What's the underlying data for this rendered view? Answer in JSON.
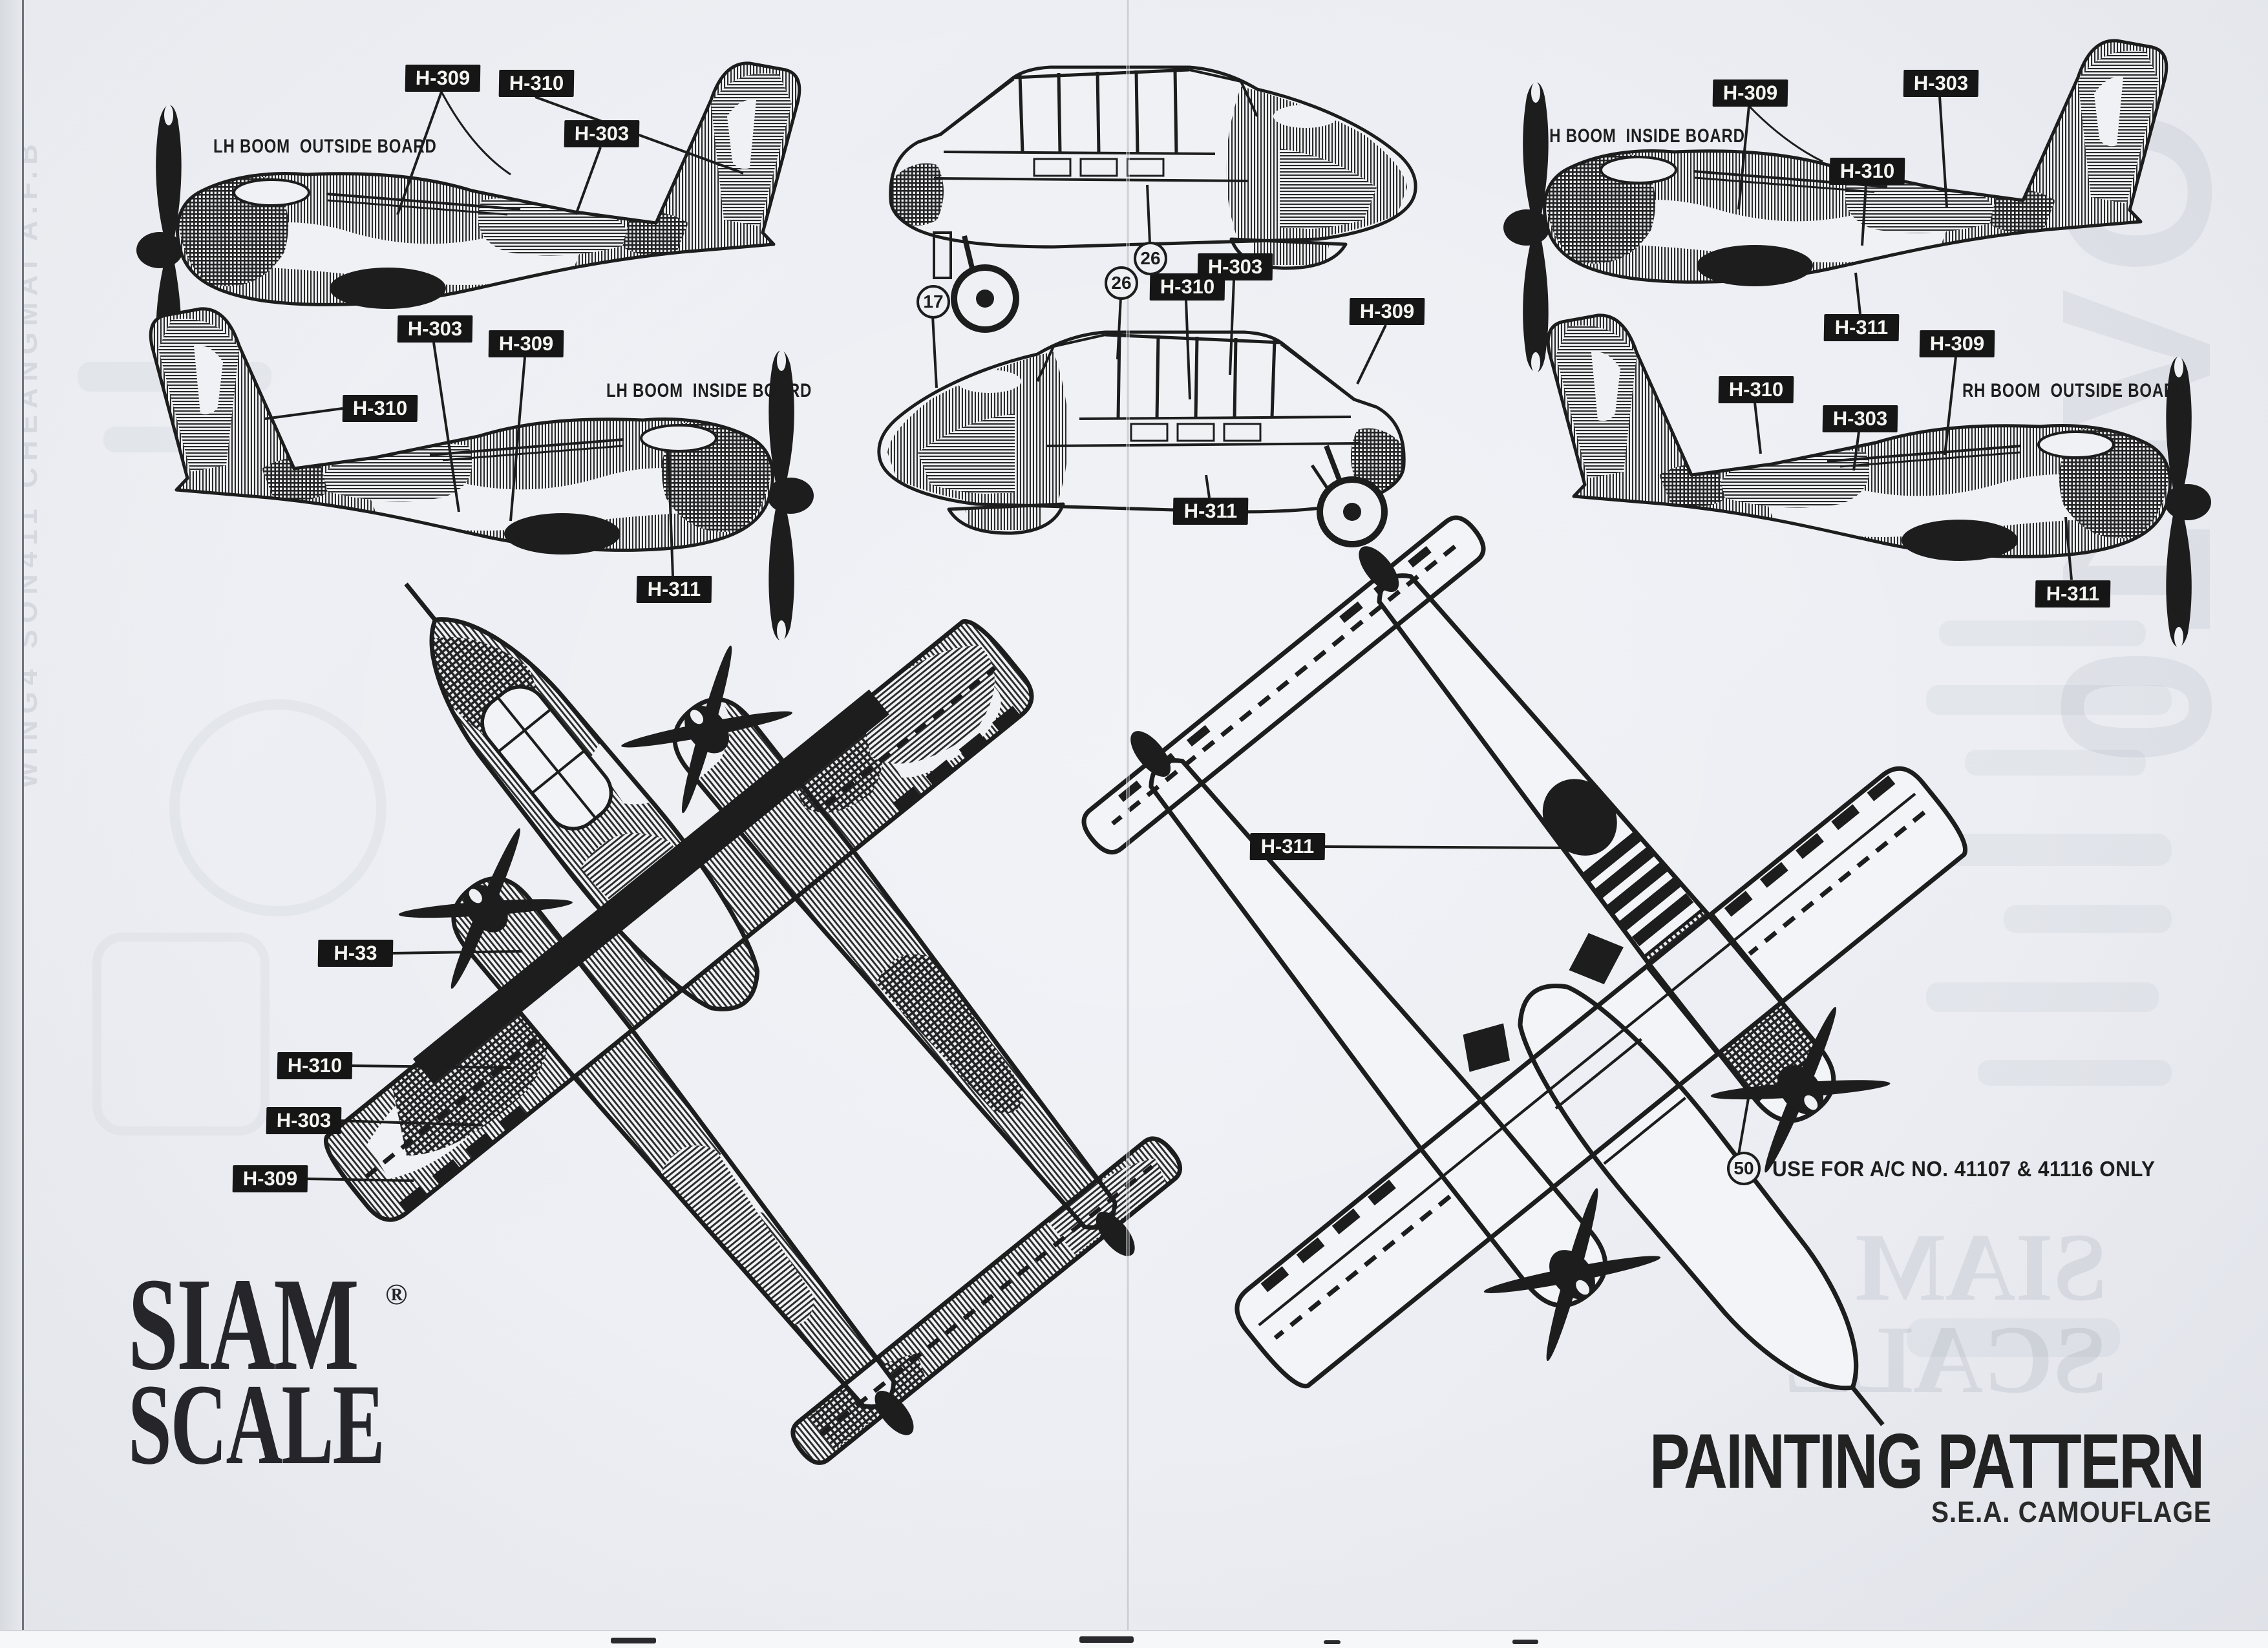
{
  "paper": {
    "background": "#edeff4",
    "ink": "#1d1d1d",
    "label_bg": "#161616",
    "label_fg": "#f4f4f0"
  },
  "brand": {
    "line1": "SIAM",
    "line2": "SCALE",
    "registered_mark": "®"
  },
  "footer": {
    "title": "PAINTING PATTERN",
    "subtitle": "S.E.A. CAMOUFLAGE"
  },
  "note": {
    "badge": "50",
    "text": "USE FOR A/C NO. 41107 & 41116 ONLY"
  },
  "captions": {
    "lh_outside": "LH BOOM  OUTSIDE BOARD",
    "lh_inside": "LH BOOM  INSIDE BOARD",
    "rh_inside": "RH BOOM  INSIDE BOARD",
    "rh_outside": "RH BOOM  OUTSIDE BOARD"
  },
  "badges": {
    "b17": "17",
    "b26a": "26",
    "b26b": "26"
  },
  "callouts": [
    {
      "text": "H-309"
    },
    {
      "text": "H-310"
    },
    {
      "text": "H-303"
    },
    {
      "text": "H-303"
    },
    {
      "text": "H-309"
    },
    {
      "text": "H-310"
    },
    {
      "text": "H-311"
    },
    {
      "text": "H-303"
    },
    {
      "text": "H-310"
    },
    {
      "text": "H-309"
    },
    {
      "text": "H-311"
    },
    {
      "text": "H-309"
    },
    {
      "text": "H-303"
    },
    {
      "text": "H-310"
    },
    {
      "text": "H-311"
    },
    {
      "text": "H-309"
    },
    {
      "text": "H-310"
    },
    {
      "text": "H-303"
    },
    {
      "text": "H-311"
    },
    {
      "text": "H-33"
    },
    {
      "text": "H-310"
    },
    {
      "text": "H-303"
    },
    {
      "text": "H-309"
    },
    {
      "text": "H-311"
    }
  ],
  "bleedthrough": {
    "left_edge": "WING4 SON411 CHEANGMAI A.F.B",
    "right_big": "OV-10",
    "logo_line1": "SIAM",
    "logo_line2": "SCALE"
  }
}
